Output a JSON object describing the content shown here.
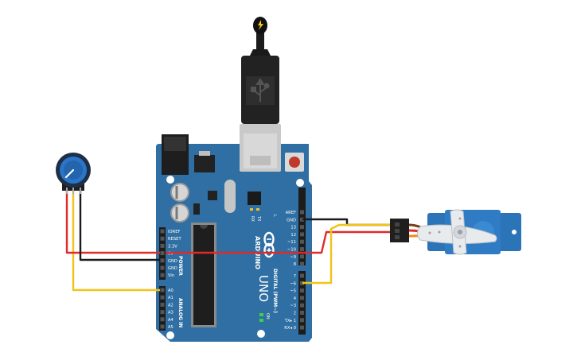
{
  "arduino": {
    "brand": "ARDUINO",
    "model": "UNO",
    "tx_label": "TX",
    "rx_label": "RX",
    "led_l_label": "L",
    "on_label": "ON",
    "power_header_title": "POWER",
    "analog_header_title": "ANALOG IN",
    "digital_header_title": "DIGITAL (PWM~)",
    "power_pins": [
      "IOREF",
      "RESET",
      "3.3V",
      "5V",
      "GND",
      "GND",
      "Vin"
    ],
    "analog_pins": [
      "A0",
      "A1",
      "A2",
      "A3",
      "A4",
      "A5"
    ],
    "digital_upper_pins": [
      "AREF",
      "GND",
      "13",
      "12",
      "~11",
      "~10",
      "~9",
      "8"
    ],
    "digital_lower_pins": [
      "7",
      "~6",
      "~5",
      "4",
      "~3",
      "2",
      "TX▸ 1",
      "RX◂ 0"
    ]
  },
  "colors": {
    "board": "#2f6fa3",
    "board_edge": "#1f4f7a",
    "wire_red": "#e02a2a",
    "wire_black": "#1a1a1a",
    "wire_yellow": "#f2c318",
    "servo_body": "#2b74b8",
    "servo_horn": "#e8ebee",
    "usb_plug": "#222222"
  },
  "icons": {
    "usb": "usb-icon",
    "lightning": "lightning-icon",
    "potentiometer": "potentiometer-icon",
    "servo": "servo-icon"
  }
}
